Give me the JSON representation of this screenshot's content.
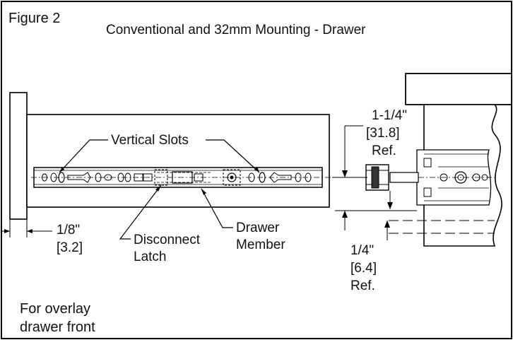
{
  "figure_label": "Figure 2",
  "title": "Conventional and 32mm Mounting - Drawer",
  "callouts": {
    "vertical_slots": "Vertical Slots",
    "disconnect_line1": "Disconnect",
    "disconnect_line2": "Latch",
    "drawer_line1": "Drawer",
    "drawer_line2": "Member"
  },
  "dimensions": {
    "setback_in": "1/8\"",
    "setback_mm": "[3.2]",
    "height_in": "1-1/4\"",
    "height_mm": "[31.8]",
    "height_ref": "Ref.",
    "offset_in": "1/4\"",
    "offset_mm": "[6.4]",
    "offset_ref": "Ref."
  },
  "note_line1": "For overlay",
  "note_line2": "drawer front"
}
